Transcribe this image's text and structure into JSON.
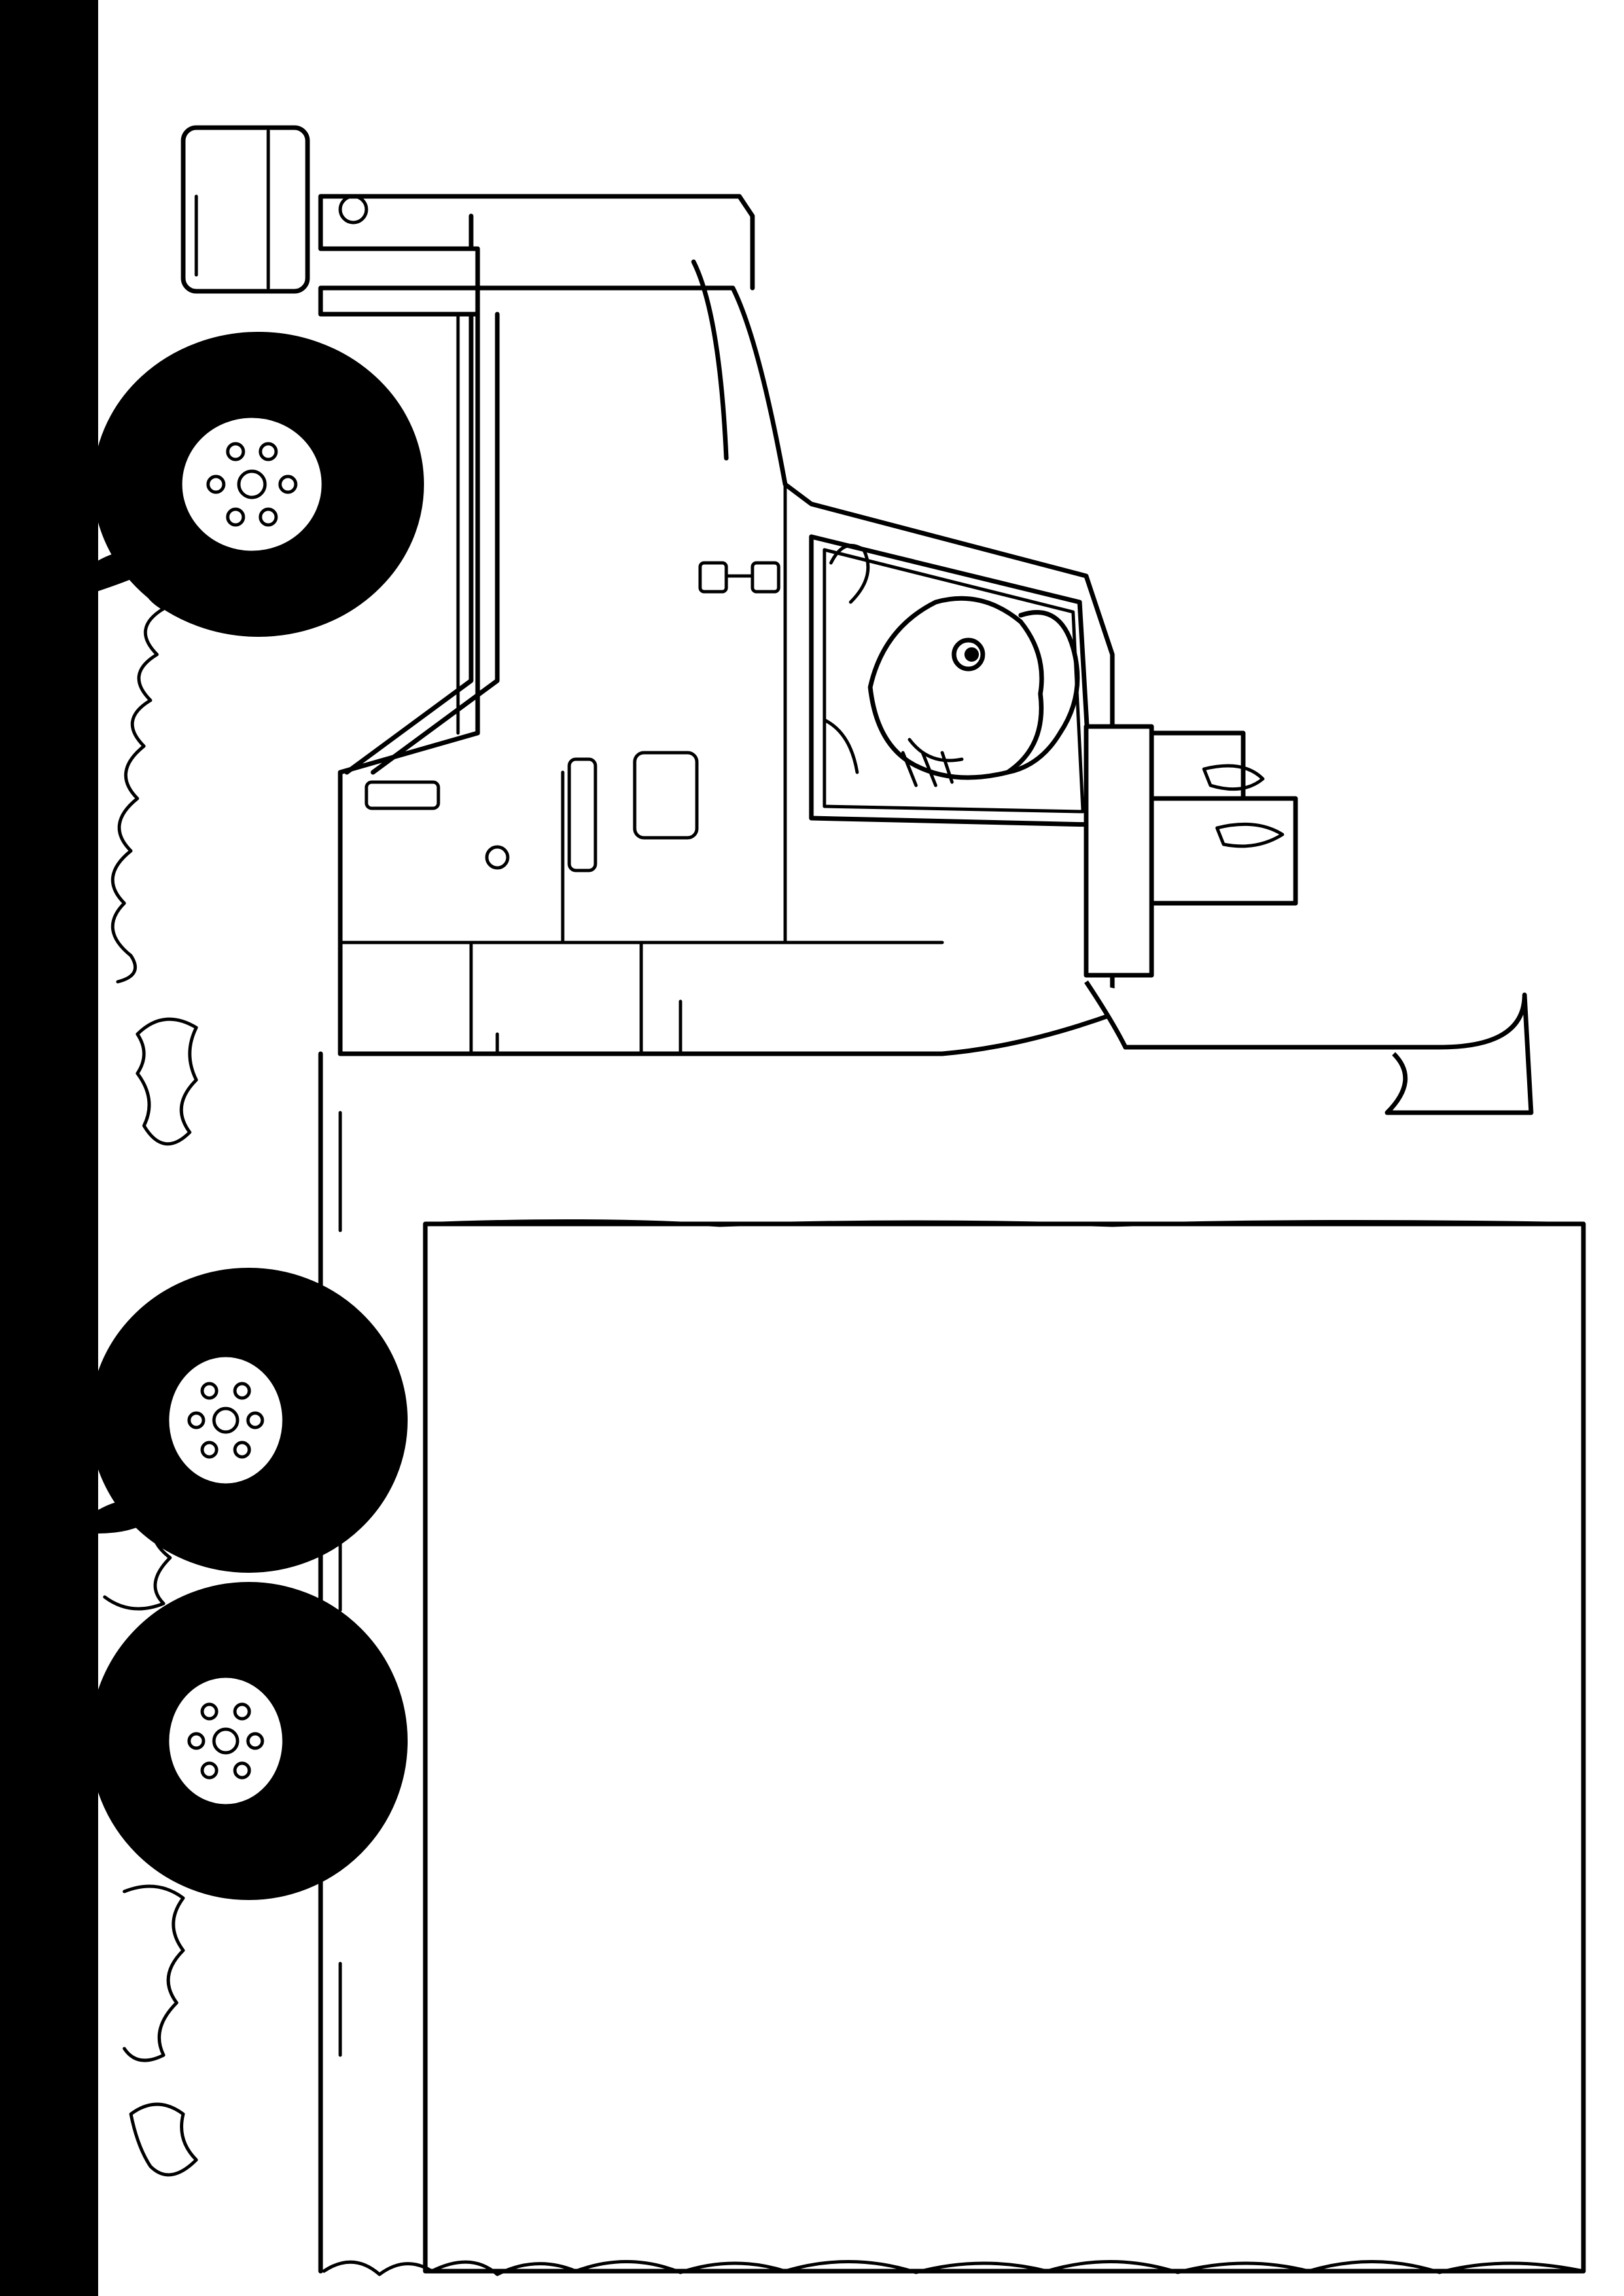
{
  "page": {
    "background": "#ffffff",
    "ink_color": "#000000",
    "margin_bar_color": "#000000"
  },
  "illustration": {
    "subject": "coloring-page-truck",
    "orientation": "rotated-90-degrees",
    "parts": [
      "cab",
      "driver",
      "trailer-box",
      "front-wheel",
      "rear-wheel-1",
      "rear-wheel-2",
      "exhaust-pipe",
      "grass-tufts"
    ]
  }
}
